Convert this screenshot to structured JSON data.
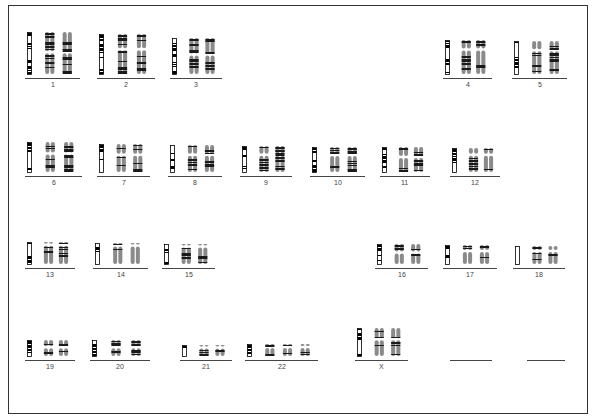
{
  "diagram": {
    "labels": [
      "1",
      "2",
      "3",
      "4",
      "5",
      "6",
      "7",
      "8",
      "9",
      "10",
      "11",
      "12",
      "13",
      "14",
      "15",
      "16",
      "17",
      "18",
      "19",
      "20",
      "21",
      "22",
      "X"
    ]
  }
}
